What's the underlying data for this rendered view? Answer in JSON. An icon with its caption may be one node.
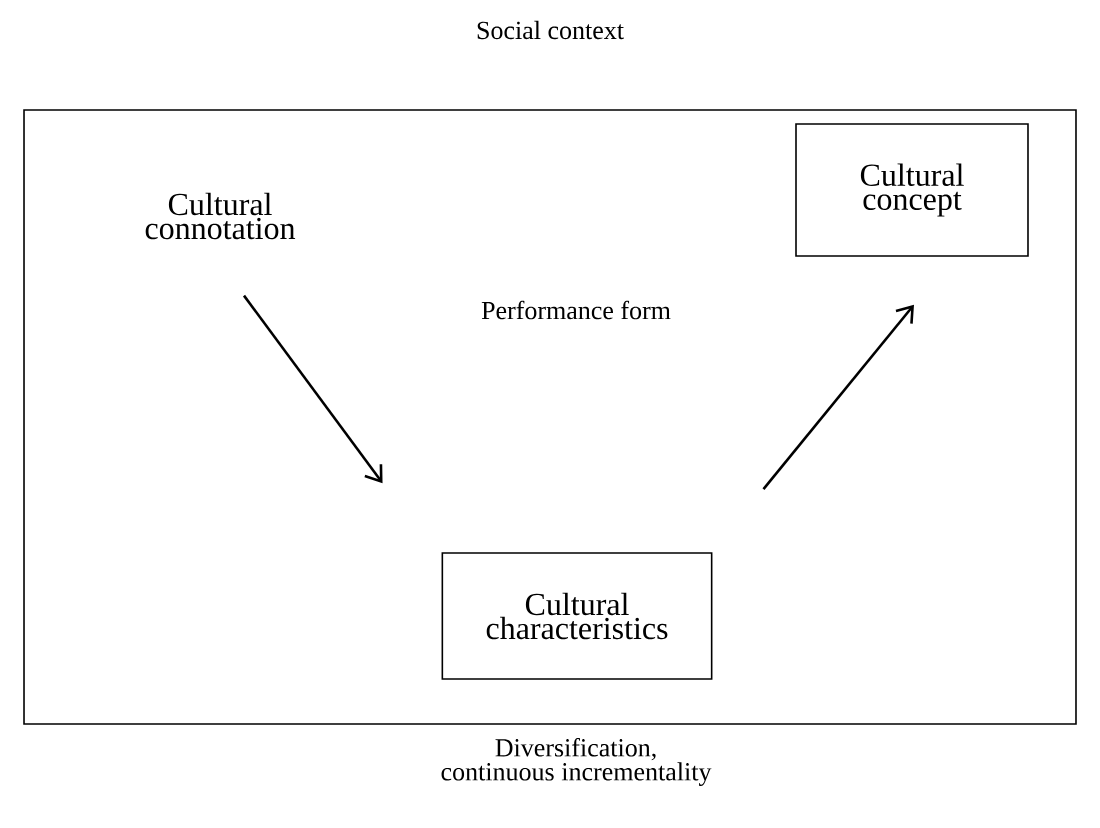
{
  "diagram": {
    "title": "Social context",
    "caption": "Diversification, continuous incrementality",
    "nodes": [
      {
        "text": [
          "Performance form"
        ]
      },
      {
        "text": [
          "Cultural connotation"
        ],
        "in": 0
      },
      {
        "text": [
          "Cultural concept"
        ],
        "in": 0
      },
      {
        "text": [
          "Cultural characteristics"
        ],
        "in": 0
      }
    ],
    "edges": [
      {
        "from": 1,
        "to": 3,
        "arrow": "to"
      },
      {
        "from": 3,
        "to": 2,
        "arrow": "to"
      }
    ]
  }
}
